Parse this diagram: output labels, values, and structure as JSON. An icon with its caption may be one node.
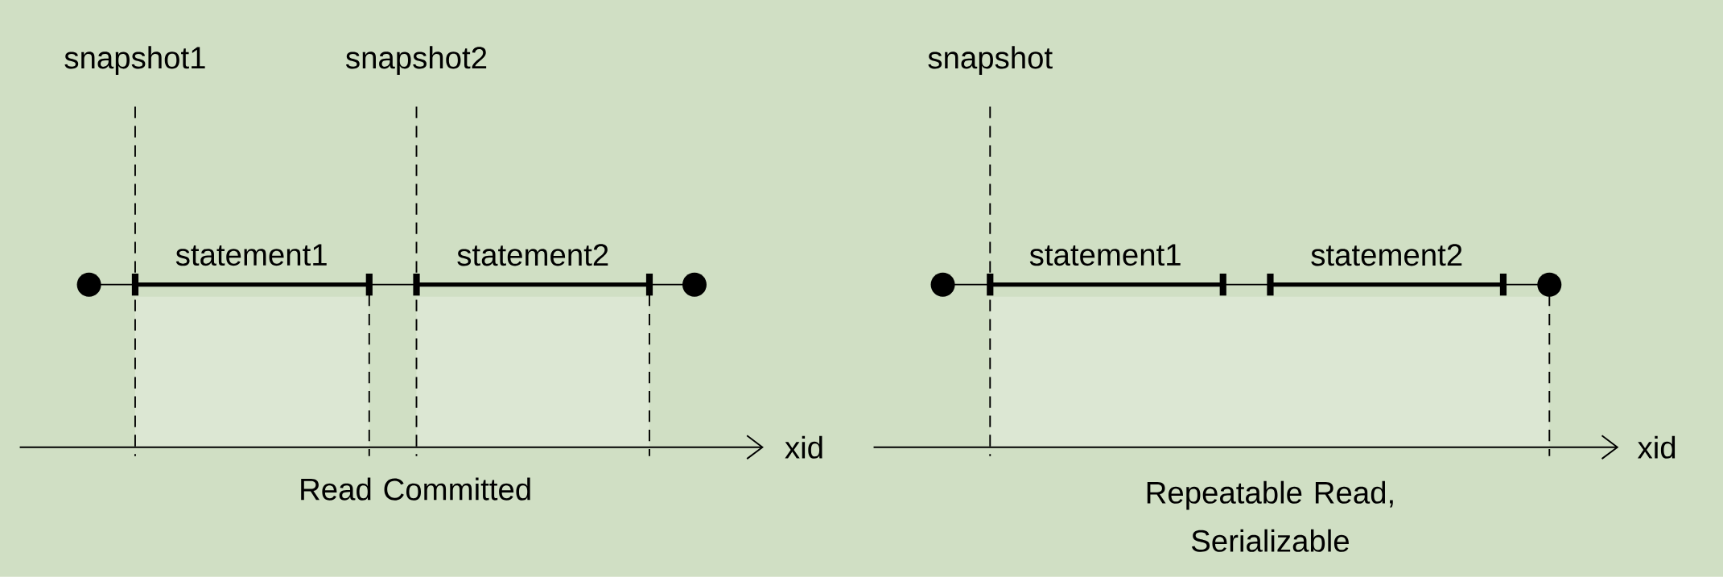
{
  "diagram": {
    "labels": [
      "snapshot1",
      "snapshot2",
      "statement1",
      "statement2",
      "xid",
      "Read Committed",
      "snapshot",
      "statement1",
      "statement2",
      "xid",
      "Repeatable Read, Serializable"
    ]
  }
}
